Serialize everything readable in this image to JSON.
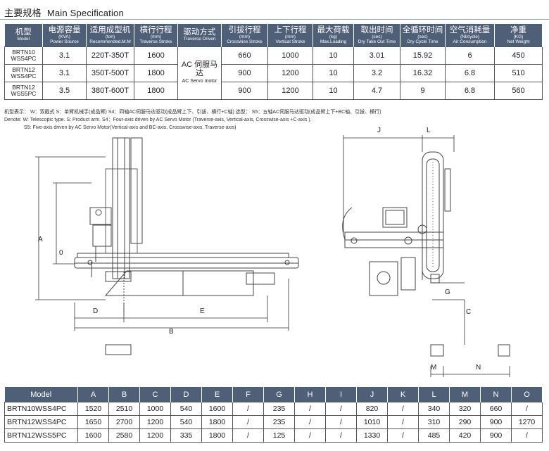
{
  "title": {
    "zh": "主要规格",
    "en": "Main Specification"
  },
  "spec_table": {
    "headers": [
      {
        "zh": "机型",
        "unit": "",
        "en": "Model"
      },
      {
        "zh": "电源容量",
        "unit": "(KVA)",
        "en": "Power Source"
      },
      {
        "zh": "适用成型机",
        "unit": "(ton)",
        "en": "Recommended.M.M"
      },
      {
        "zh": "横行行程",
        "unit": "(mm)",
        "en": "Traverse Stroke"
      },
      {
        "zh": "驱动方式",
        "unit": "",
        "en": "Traverse Driven"
      },
      {
        "zh": "引拔行程",
        "unit": "(mm)",
        "en": "Crosswise Stroke"
      },
      {
        "zh": "上下行程",
        "unit": "(mm)",
        "en": "Vertical Stroke"
      },
      {
        "zh": "最大荷载",
        "unit": "(kg)",
        "en": "Max.Loading"
      },
      {
        "zh": "取出时间",
        "unit": "(sec)",
        "en": "Dry Take Out Time"
      },
      {
        "zh": "全循环时间",
        "unit": "(sec)",
        "en": "Dry Cycle Time"
      },
      {
        "zh": "空气消耗量",
        "unit": "(Nl/cycle)",
        "en": "Air Consumption"
      },
      {
        "zh": "净重",
        "unit": "(KG)",
        "en": "Net Weight"
      }
    ],
    "drive": {
      "zh": "AC 伺服马达",
      "en": "AC Servo motor"
    },
    "rows": [
      {
        "model1": "BRTN10",
        "model2": "WSS4PC",
        "power": "3.1",
        "mm": "220T-350T",
        "traverse": "1600",
        "crosswise": "660",
        "vertical": "1000",
        "load": "10",
        "takeout": "3.01",
        "cycle": "15.92",
        "air": "6",
        "weight": "450"
      },
      {
        "model1": "BRTN12",
        "model2": "WSS4PC",
        "power": "3.1",
        "mm": "350T-500T",
        "traverse": "1800",
        "crosswise": "900",
        "vertical": "1200",
        "load": "10",
        "takeout": "3.2",
        "cycle": "16.32",
        "air": "6.8",
        "weight": "510"
      },
      {
        "model1": "BRTN12",
        "model2": "WSS5PC",
        "power": "3.5",
        "mm": "380T-600T",
        "traverse": "1800",
        "crosswise": "900",
        "vertical": "1200",
        "load": "10",
        "takeout": "4.7",
        "cycle": "9",
        "air": "6.8",
        "weight": "560"
      }
    ]
  },
  "notes": [
    "机型表示：  W：双截式   S：单臂机械手(成品臂)   S4：四轴AC伺服马达驱动(成品臂上下、引拔、横行+C轴) 选型：  S5：五轴AC伺服马达驱动(成品臂上下+BC轴、引拔、横行)",
    "Denote:  W: Telescopic type.   S: Product arm.   S4：Four-axis driven by AC Servo Motor (Traverse-axis, Vertical-axis, Crosswise-axis +C-axis ).",
    "S5: Five-axis driven by AC Servo Motor(Vertical-axis and BC-axis, Crosswise-axis, Traverse-axis)"
  ],
  "drawing_labels": {
    "A": "A",
    "O": "0",
    "D": "D",
    "E": "E",
    "B": "B",
    "J": "J",
    "L": "L",
    "G": "G",
    "C": "C",
    "M": "M",
    "N": "N"
  },
  "dim_table": {
    "headers": [
      "Model",
      "A",
      "B",
      "C",
      "D",
      "E",
      "F",
      "G",
      "H",
      "I",
      "J",
      "K",
      "L",
      "M",
      "N",
      "O"
    ],
    "rows": [
      [
        "BRTN10WSS4PC",
        "1520",
        "2510",
        "1000",
        "540",
        "1600",
        "/",
        "235",
        "/",
        "/",
        "820",
        "/",
        "340",
        "320",
        "660",
        "/"
      ],
      [
        "BRTN12WSS4PC",
        "1650",
        "2700",
        "1200",
        "540",
        "1800",
        "/",
        "235",
        "/",
        "/",
        "1010",
        "/",
        "310",
        "290",
        "900",
        "1270"
      ],
      [
        "BRTN12WSS5PC",
        "1600",
        "2580",
        "1200",
        "335",
        "1800",
        "/",
        "125",
        "/",
        "/",
        "1330",
        "/",
        "485",
        "420",
        "900",
        "/"
      ]
    ]
  },
  "colors": {
    "header_bg": "#4f5f78",
    "line": "#444444"
  }
}
